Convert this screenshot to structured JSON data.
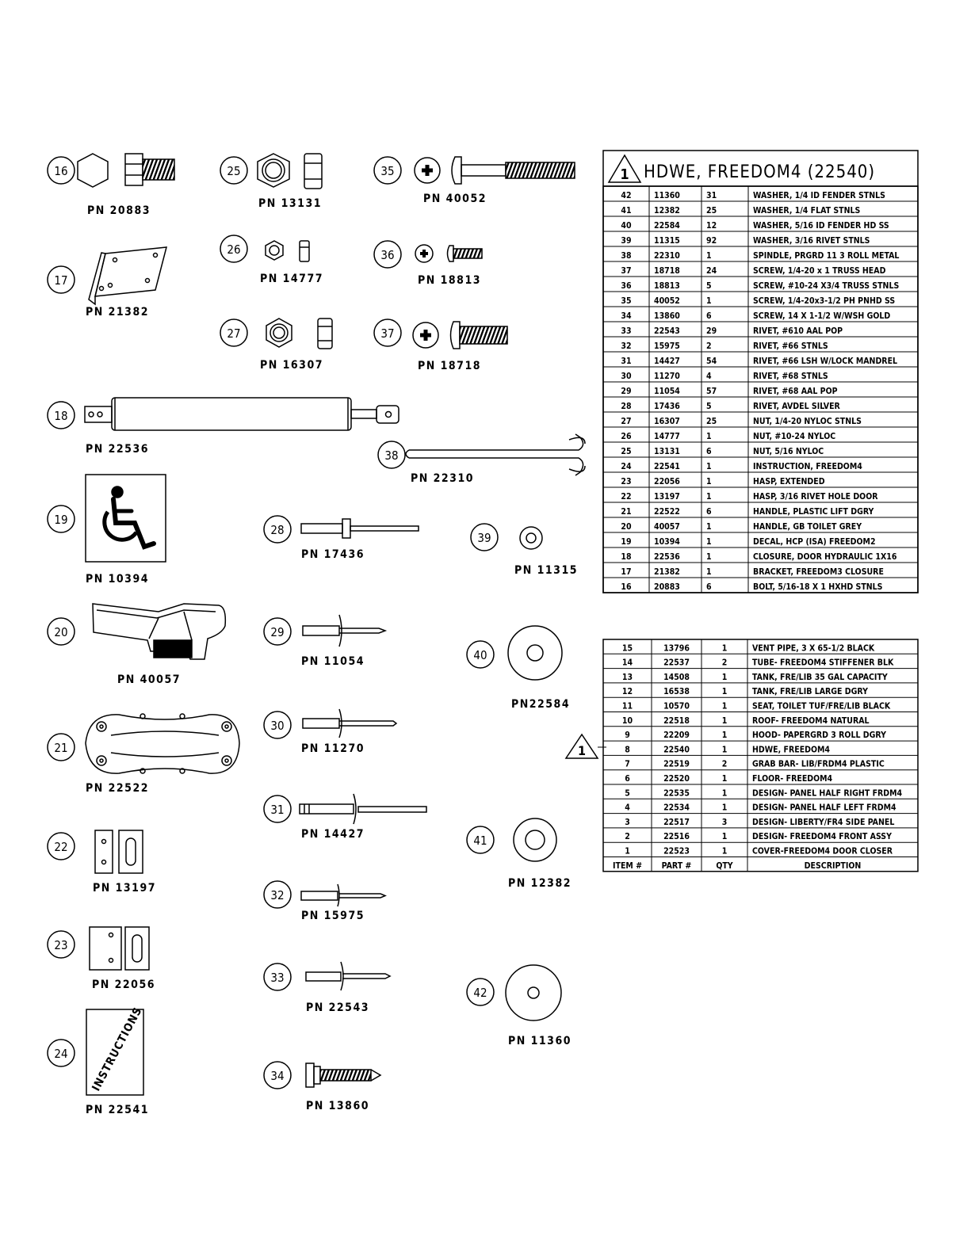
{
  "hardware_table": {
    "title_mark": "1",
    "title": "HDWE, FREEDOM4 (22540)",
    "rows": [
      [
        "42",
        "11360",
        "31",
        "WASHER, 1/4 ID FENDER STNLS"
      ],
      [
        "41",
        "12382",
        "25",
        "WASHER, 1/4 FLAT STNLS"
      ],
      [
        "40",
        "22584",
        "12",
        "WASHER, 5/16 ID FENDER HD SS"
      ],
      [
        "39",
        "11315",
        "92",
        "WASHER, 3/16 RIVET STNLS"
      ],
      [
        "38",
        "22310",
        "1",
        "SPINDLE, PRGRD 11 3 ROLL METAL"
      ],
      [
        "37",
        "18718",
        "24",
        "SCREW, 1/4-20 x 1 TRUSS HEAD"
      ],
      [
        "36",
        "18813",
        "5",
        "SCREW, #10-24 X3/4 TRUSS STNLS"
      ],
      [
        "35",
        "40052",
        "1",
        "SCREW, 1/4-20x3-1/2 PH PNHD SS"
      ],
      [
        "34",
        "13860",
        "6",
        "SCREW, 14 X 1-1/2 W/WSH GOLD"
      ],
      [
        "33",
        "22543",
        "29",
        "RIVET, #610 AAL POP"
      ],
      [
        "32",
        "15975",
        "2",
        "RIVET, #66 STNLS"
      ],
      [
        "31",
        "14427",
        "54",
        "RIVET, #66 LSH W/LOCK MANDREL"
      ],
      [
        "30",
        "11270",
        "4",
        "RIVET, #68 STNLS"
      ],
      [
        "29",
        "11054",
        "57",
        "RIVET, #68 AAL POP"
      ],
      [
        "28",
        "17436",
        "5",
        "RIVET, AVDEL SILVER"
      ],
      [
        "27",
        "16307",
        "25",
        "NUT, 1/4-20 NYLOC STNLS"
      ],
      [
        "26",
        "14777",
        "1",
        "NUT, #10-24 NYLOC"
      ],
      [
        "25",
        "13131",
        "6",
        "NUT, 5/16 NYLOC"
      ],
      [
        "24",
        "22541",
        "1",
        "INSTRUCTION, FREEDOM4"
      ],
      [
        "23",
        "22056",
        "1",
        "HASP, EXTENDED"
      ],
      [
        "22",
        "13197",
        "1",
        "HASP, 3/16 RIVET HOLE DOOR"
      ],
      [
        "21",
        "22522",
        "6",
        "HANDLE, PLASTIC LIFT DGRY"
      ],
      [
        "20",
        "40057",
        "1",
        "HANDLE, GB TOILET GREY"
      ],
      [
        "19",
        "10394",
        "1",
        "DECAL, HCP (ISA) FREEDOM2"
      ],
      [
        "18",
        "22536",
        "1",
        "CLOSURE, DOOR HYDRAULIC 1X16"
      ],
      [
        "17",
        "21382",
        "1",
        "BRACKET, FREEDOM3 CLOSURE"
      ],
      [
        "16",
        "20883",
        "6",
        "BOLT, 5/16-18 X 1 HXHD STNLS"
      ]
    ]
  },
  "bom_table": {
    "callout": "1",
    "rows": [
      [
        "15",
        "13796",
        "1",
        "VENT PIPE, 3 X 65-1/2 BLACK"
      ],
      [
        "14",
        "22537",
        "2",
        "TUBE- FREEDOM4 STIFFENER BLK"
      ],
      [
        "13",
        "14508",
        "1",
        "TANK, FRE/LIB 35 GAL CAPACITY"
      ],
      [
        "12",
        "16538",
        "1",
        "TANK, FRE/LIB LARGE DGRY"
      ],
      [
        "11",
        "10570",
        "1",
        "SEAT, TOILET TUF/FRE/LIB BLACK"
      ],
      [
        "10",
        "22518",
        "1",
        "ROOF- FREEDOM4 NATURAL"
      ],
      [
        "9",
        "22209",
        "1",
        "HOOD- PAPERGRD 3 ROLL DGRY"
      ],
      [
        "8",
        "22540",
        "1",
        "HDWE, FREEDOM4"
      ],
      [
        "7",
        "22519",
        "2",
        "GRAB BAR- LIB/FRDM4 PLASTIC"
      ],
      [
        "6",
        "22520",
        "1",
        "FLOOR- FREEDOM4"
      ],
      [
        "5",
        "22535",
        "1",
        "DESIGN- PANEL HALF RIGHT FRDM4"
      ],
      [
        "4",
        "22534",
        "1",
        "DESIGN- PANEL HALF LEFT FRDM4"
      ],
      [
        "3",
        "22517",
        "3",
        "DESIGN- LIBERTY/FR4 SIDE PANEL"
      ],
      [
        "2",
        "22516",
        "1",
        "DESIGN- FREEDOM4 FRONT ASSY"
      ],
      [
        "1",
        "22523",
        "1",
        "COVER-FREEDOM4 DOOR CLOSER"
      ]
    ],
    "headers": [
      "ITEM #",
      "PART #",
      "QTY",
      "DESCRIPTION"
    ]
  },
  "parts": [
    {
      "item": "16",
      "pn": "PN 20883"
    },
    {
      "item": "17",
      "pn": "PN 21382"
    },
    {
      "item": "18",
      "pn": "PN 22536"
    },
    {
      "item": "19",
      "pn": "PN 10394"
    },
    {
      "item": "20",
      "pn": "PN 40057"
    },
    {
      "item": "21",
      "pn": "PN 22522"
    },
    {
      "item": "22",
      "pn": "PN 13197"
    },
    {
      "item": "23",
      "pn": "PN 22056"
    },
    {
      "item": "24",
      "pn": "PN 22541"
    },
    {
      "item": "25",
      "pn": "PN 13131"
    },
    {
      "item": "26",
      "pn": "PN 14777"
    },
    {
      "item": "27",
      "pn": "PN 16307"
    },
    {
      "item": "28",
      "pn": "PN 17436"
    },
    {
      "item": "29",
      "pn": "PN 11054"
    },
    {
      "item": "30",
      "pn": "PN 11270"
    },
    {
      "item": "31",
      "pn": "PN 14427"
    },
    {
      "item": "32",
      "pn": "PN 15975"
    },
    {
      "item": "33",
      "pn": "PN 22543"
    },
    {
      "item": "34",
      "pn": "PN 13860"
    },
    {
      "item": "35",
      "pn": "PN 40052"
    },
    {
      "item": "36",
      "pn": "PN 18813"
    },
    {
      "item": "37",
      "pn": "PN 18718"
    },
    {
      "item": "38",
      "pn": "PN 22310"
    },
    {
      "item": "39",
      "pn": "PN 11315"
    },
    {
      "item": "40",
      "pn": "PN22584"
    },
    {
      "item": "41",
      "pn": "PN 12382"
    },
    {
      "item": "42",
      "pn": "PN 11360"
    }
  ],
  "instructions_card_text": "INSTRUCTIONS"
}
